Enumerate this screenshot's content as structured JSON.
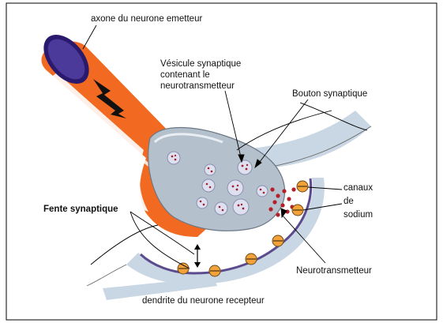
{
  "labels": {
    "axone": "axone du neurone emetteur",
    "vesicule_line1": "Vésicule synaptique",
    "vesicule_line2": "contenant le",
    "vesicule_line3": "neurotransmetteur",
    "bouton": "Bouton synaptique",
    "canaux_line1": "canaux",
    "canaux_line2": "de",
    "canaux_line3": "sodium",
    "fente": "Fente synaptique",
    "neurotransmetteur": "Neurotransmetteur",
    "dendrite": "dendrite du neurone recepteur"
  },
  "colors": {
    "axon_orange": "#f26a21",
    "axon_highlight": "#ffffff",
    "axon_end_purple": "#2a1a6e",
    "bouton_gray": "#b4c0cc",
    "vesicle_fill": "#dfe0ef",
    "vesicle_dot": "#a01f2b",
    "neurotransmitter_red": "#b3202a",
    "membrane_gray": "#c9d6e3",
    "membrane_purple": "#5b4a8e",
    "channel_orange": "#f3a23a",
    "lightning": "#111111"
  }
}
